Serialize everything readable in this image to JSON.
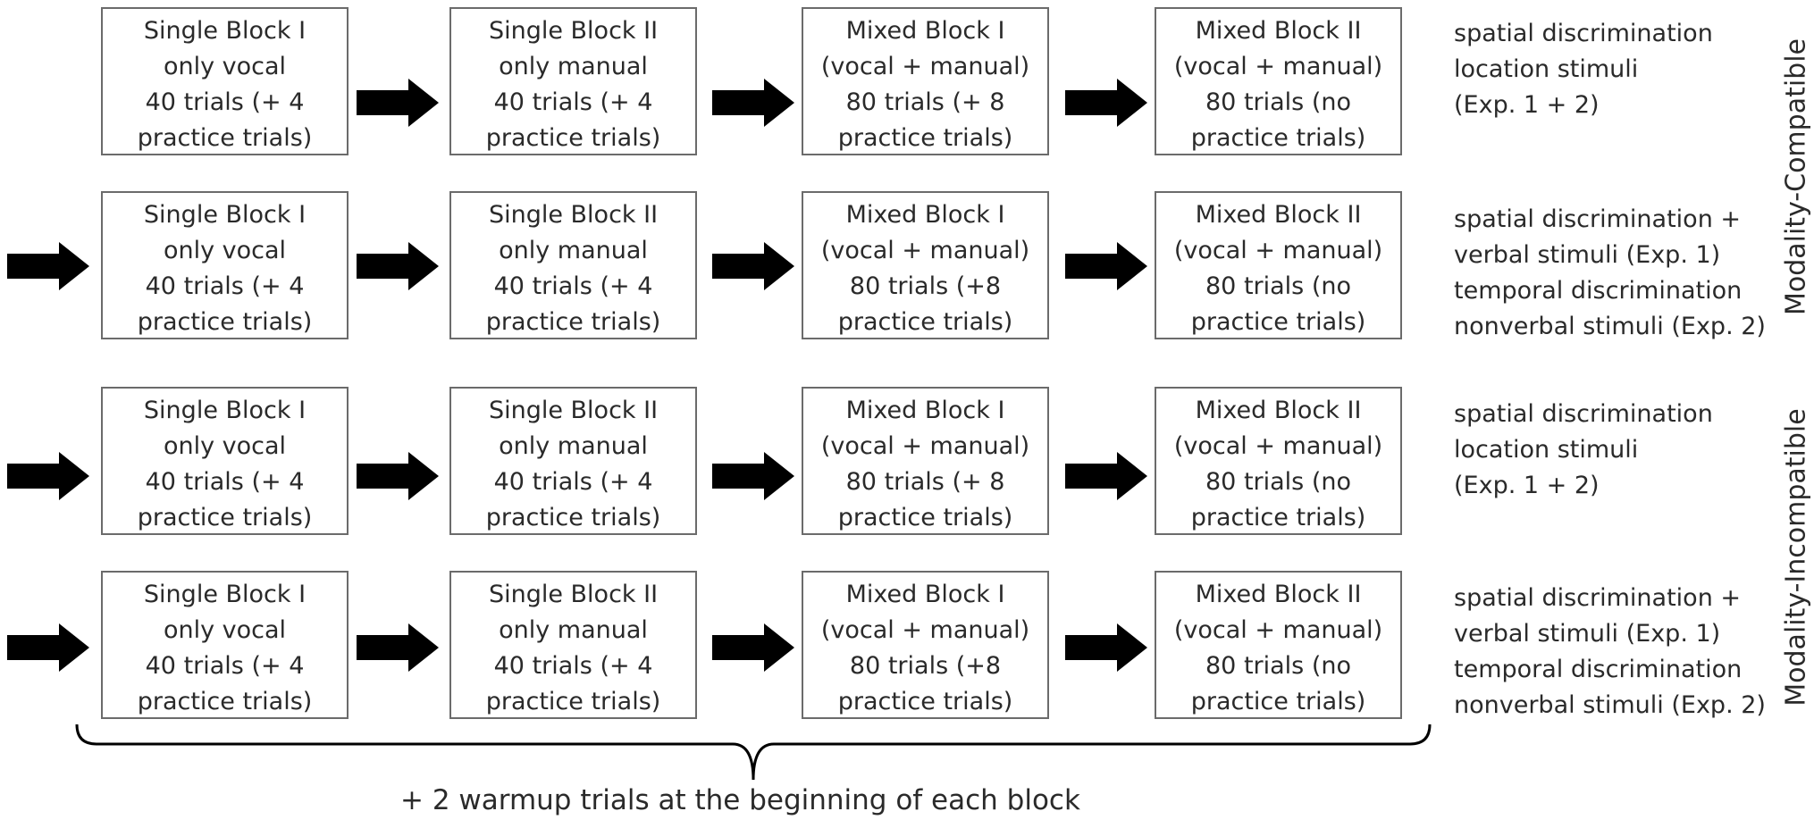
{
  "rows": [
    {
      "boxes": [
        {
          "lines": [
            "Single Block I",
            "only vocal",
            "40 trials (+ 4",
            "practice trials)"
          ]
        },
        {
          "lines": [
            "Single Block II",
            "only manual",
            "40 trials (+ 4",
            "practice trials)"
          ]
        },
        {
          "lines": [
            "Mixed Block I",
            "(vocal + manual)",
            "80 trials (+ 8",
            "practice trials)"
          ]
        },
        {
          "lines": [
            "Mixed Block II",
            "(vocal + manual)",
            "80 trials (no",
            "practice trials)"
          ]
        }
      ],
      "description": [
        "spatial discrimination",
        "location stimuli",
        "(Exp. 1 + 2)"
      ]
    },
    {
      "boxes": [
        {
          "lines": [
            "Single Block I",
            "only vocal",
            "40 trials (+ 4",
            "practice trials)"
          ]
        },
        {
          "lines": [
            "Single Block II",
            "only manual",
            "40 trials (+ 4",
            "practice trials)"
          ]
        },
        {
          "lines": [
            "Mixed Block I",
            "(vocal + manual)",
            "80 trials (+8",
            "practice trials)"
          ]
        },
        {
          "lines": [
            "Mixed Block II",
            "(vocal + manual)",
            "80 trials (no",
            "practice trials)"
          ]
        }
      ],
      "description": [
        "spatial discrimination +",
        "verbal stimuli (Exp. 1)",
        "temporal discrimination",
        "nonverbal stimuli (Exp. 2)"
      ]
    },
    {
      "boxes": [
        {
          "lines": [
            "Single Block I",
            "only vocal",
            "40 trials (+ 4",
            "practice trials)"
          ]
        },
        {
          "lines": [
            "Single Block II",
            "only manual",
            "40 trials (+ 4",
            "practice trials)"
          ]
        },
        {
          "lines": [
            "Mixed Block I",
            "(vocal + manual)",
            "80 trials (+ 8",
            "practice trials)"
          ]
        },
        {
          "lines": [
            "Mixed Block II",
            "(vocal + manual)",
            "80 trials (no",
            "practice trials)"
          ]
        }
      ],
      "description": [
        "spatial discrimination",
        "location stimuli",
        "(Exp. 1 + 2)"
      ]
    },
    {
      "boxes": [
        {
          "lines": [
            "Single Block I",
            "only vocal",
            "40 trials (+ 4",
            "practice trials)"
          ]
        },
        {
          "lines": [
            "Single Block II",
            "only manual",
            "40 trials (+ 4",
            "practice trials)"
          ]
        },
        {
          "lines": [
            "Mixed Block I",
            "(vocal + manual)",
            "80 trials (+8",
            "practice trials)"
          ]
        },
        {
          "lines": [
            "Mixed Block II",
            "(vocal + manual)",
            "80 trials (no",
            "practice trials)"
          ]
        }
      ],
      "description": [
        "spatial discrimination +",
        "verbal stimuli (Exp. 1)",
        "temporal discrimination",
        "nonverbal stimuli (Exp. 2)"
      ]
    }
  ],
  "group_labels": {
    "compatible": "Modality-Compatible",
    "incompatible": "Modality-Incompatible"
  },
  "footnote": "+ 2 warmup trials at the beginning of each block"
}
